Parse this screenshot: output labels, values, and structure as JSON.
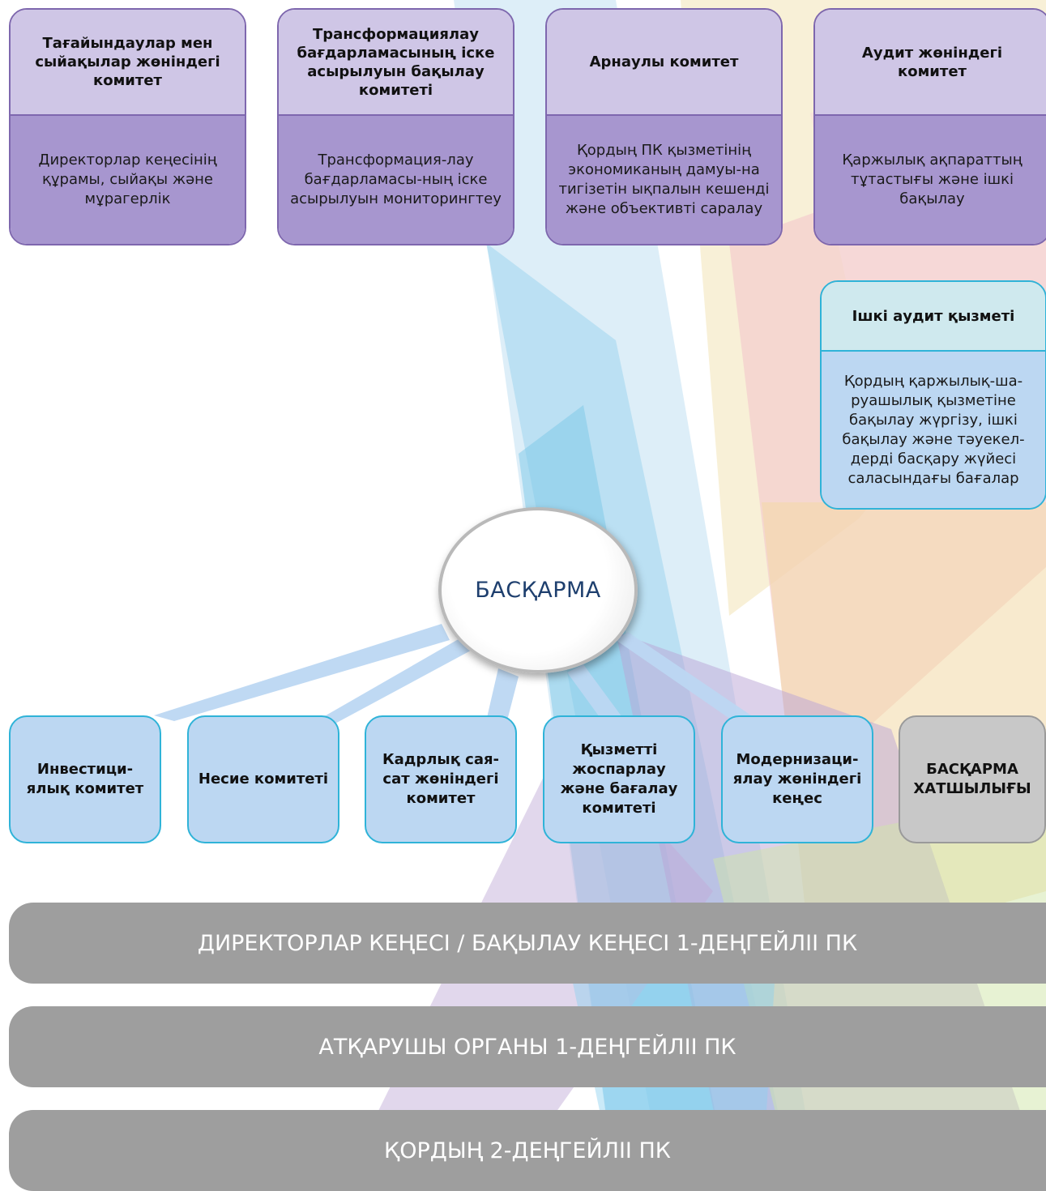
{
  "top_committees": [
    {
      "title": "Тағайындаулар мен сыйақылар жөніндегі комитет",
      "description": "Директорлар кеңесінің құрамы, сыйақы және мұрагерлік"
    },
    {
      "title": "Трансформациялау бағдарламасының іске асырылуын бақылау комитеті",
      "description": "Трансформация-лау бағдарламасы-ның іске асырылуын мониторингтеу"
    },
    {
      "title": "Арнаулы комитет",
      "description": "Қордың ПК қызметінің экономиканың дамуы-на тигізетін ықпалын кешенді және объективті саралау"
    },
    {
      "title": "Аудит жөніндегі комитет",
      "description": "Қаржылық ақпараттың тұтастығы және ішкі бақылау"
    }
  ],
  "internal_audit": {
    "title": "Ішкі аудит қызметі",
    "description": "Қордың қаржылық-ша-руашылық қызметіне бақылау жүргізу, ішкі бақылау және тәуекел-дерді басқару жүйесі саласындағы бағалар"
  },
  "board": {
    "label": "БАСҚАРМА"
  },
  "sub_committees": [
    "Инвестици-ялық комитет",
    "Несие комитеті",
    "Кадрлық сая-сат жөніндегі комитет",
    "Қызметті жоспарлау және бағалау комитеті",
    "Модернизаци-ялау жөніндегі кеңес",
    "БАСҚАРМА ХАТШЫЛЫҒЫ"
  ],
  "levels": [
    "ДИРЕКТОРЛАР КЕҢЕСІ / БАҚЫЛАУ КЕҢЕСІ 1-ДЕҢГЕЙЛІІ ПК",
    "АТҚАРУШЫ ОРГАНЫ 1-ДЕҢГЕЙЛІІ ПК",
    "ҚОРДЫҢ 2-ДЕҢГЕЙЛІІ ПК"
  ],
  "colors": {
    "committee_head": "#cfc6e6",
    "committee_body": "#a796cf",
    "committee_border": "#7e67ae",
    "blue_box": "#bcd7f2",
    "blue_border": "#2fb3d8",
    "level_bar": "#9e9e9e",
    "board_text": "#1e3f6e"
  }
}
